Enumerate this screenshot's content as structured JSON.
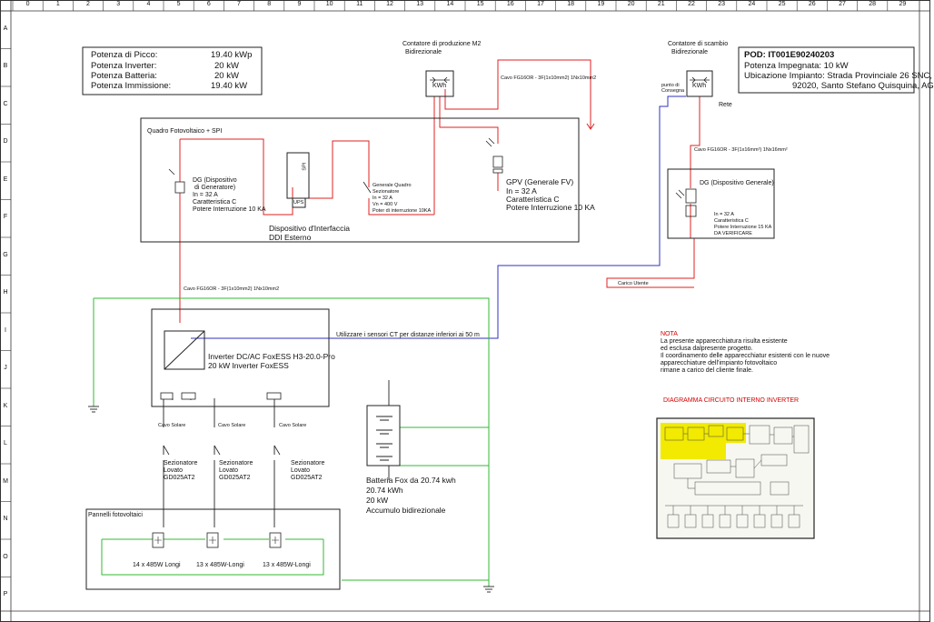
{
  "grid": {
    "columns": [
      "0",
      "1",
      "2",
      "3",
      "4",
      "5",
      "6",
      "7",
      "8",
      "9",
      "10",
      "11",
      "12",
      "13",
      "14",
      "15",
      "16",
      "17",
      "18",
      "19",
      "20",
      "21",
      "22",
      "23",
      "24",
      "25",
      "26",
      "27",
      "28",
      "29"
    ],
    "rows": [
      "A",
      "B",
      "C",
      "D",
      "E",
      "F",
      "G",
      "H",
      "I",
      "J",
      "K",
      "L",
      "M",
      "N",
      "O",
      "P"
    ]
  },
  "plant_info": {
    "potenza_picco_label": "Potenza di Picco:",
    "potenza_picco_value": "19.40 kWp",
    "potenza_inverter_label": "Potenza Inverter:",
    "potenza_inverter_value": "20   kW",
    "potenza_batteria_label": "Potenza Batteria:",
    "potenza_batteria_value": "20   kW",
    "potenza_immissione_label": "Potenza Immissione:",
    "potenza_immissione_value": "19.40 kW"
  },
  "pod_info": {
    "pod": "POD: IT001E90240203",
    "potenza_impegnata": "Potenza Impegnata:    10 kW",
    "ubicazione": "Ubicazione Impianto: Strada Provinciale 26 SNC,",
    "citta": "92020, Santo Stefano Quisquina, AG"
  },
  "meters": {
    "production_title": "Contatore di produzione M2",
    "production_sub": "Bidirezionale",
    "exchange_title": "Contatore di scambio",
    "exchange_sub": "Bidirezionale",
    "kwh": "KWh",
    "punto_consegna": "punto di Consegna",
    "rete": "Rete"
  },
  "quadro": {
    "title": "Quadro Fotovoltaico + SPI",
    "dg_lines": [
      "DG (Dispositivo",
      "di Generatore)",
      "In = 32 A",
      "Caratteristica C",
      "Potere Interruzione 10 KA"
    ],
    "ddi_line1": "Dispositivo d'Interfaccia",
    "ddi_line2": "DDI Esterno",
    "spi": "SPI",
    "ups": "UPS",
    "generale_lines": [
      "Generale Quadro",
      "Sezionatore",
      "In = 32 A",
      "Vn = 400 V",
      "Poter di interruzione 10KA"
    ],
    "gpv_lines": [
      "GPV (Generale FV)",
      "In = 32 A",
      "Caratteristica C",
      "Potere Interruzione 10 KA"
    ]
  },
  "dg_generale": {
    "title": "DG (Dispositivo Generale)",
    "lines": [
      "In = 32 A",
      "Caratteristica C",
      "Potere Interruzione 15 KA",
      "DA VERIFICARE"
    ]
  },
  "cables": {
    "cavo_fg16_a": "Cavo FG16OR - 3F(1x10mm2) 1Nx10mm2",
    "cavo_fg16_b": "Cavo FG16OR - 3F(1x16mm²) 1Nx16mm²",
    "cavo_fg16_c": "Cavo FG16OR - 3F(1x10mm2) 1Nx10mm2",
    "carico_utente": "Carico Utente",
    "sensori_ct": "Utilizzare i sensori CT per distanze inferiori ai 50 m",
    "cavo_solare": "Cavo Solare"
  },
  "inverter": {
    "line1": "Inverter DC/AC FoxESS H3-20.0-Pro",
    "line2": "20 kW Inverter FoxESS"
  },
  "battery": {
    "line1": "Batteria Fox da 20.74 kwh",
    "line2": "20.74 kWh",
    "line3": "20 kW",
    "line4": "Accumulo bidirezionale"
  },
  "sezionatori": {
    "line1": "Sezionatore",
    "line2": "Lovato",
    "line3": "GD025AT2"
  },
  "panels": {
    "title": "Pannelli fotovoltaici",
    "string1": "14 x 485W Longi",
    "string2": "13 x 485W-Longi",
    "string3": "13 x 485W-Longi"
  },
  "nota": {
    "title": "NOTA",
    "lines": [
      "La presente apparecchiatura risulta esistente",
      "ed esclusa dalpresente progetto.",
      "Il coordinamento delle apparecchiatur esistenti con le nuove",
      "apparecchiature dell'impianto fotovoltaico",
      "rimane a carico del cliente finale."
    ]
  },
  "diagramma_title": "DIAGRAMMA CIRCUITO INTERNO INVERTER",
  "colors": {
    "ac_line": "#e02020",
    "dc_line": "#33b833",
    "ct_line": "#3030c0",
    "border": "#222222",
    "highlight": "#f2ea00"
  }
}
